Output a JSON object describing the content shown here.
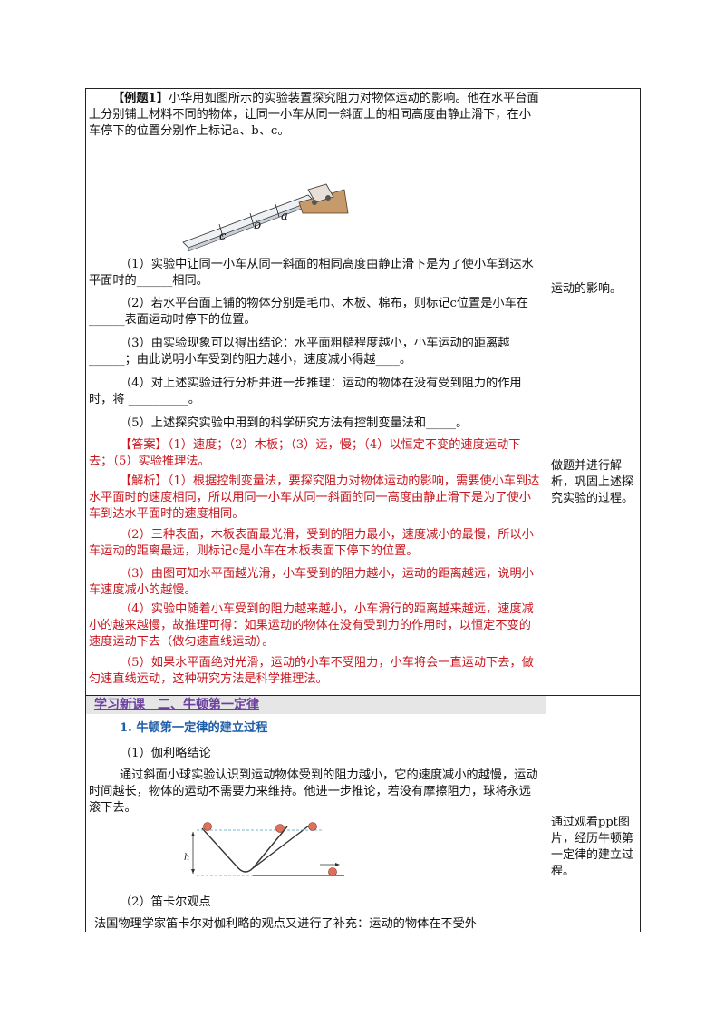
{
  "example": {
    "head": "【例题1】",
    "intro": "小华用如图所示的实验装置探究阻力对物体运动的影响。他在水平台面上分别铺上材料不同的物体，让同一小车从同一斜面上的相同高度由静止滑下，在小车停下的位置分别作上标记a、b、c。",
    "fig_labels": [
      "c",
      "b",
      "a"
    ],
    "q1": "（1）实验中让同一小车从同一斜面的相同高度由静止滑下是为了使小车到达水平面时的______相同。",
    "q2": "（2）若水平台面上铺的物体分别是毛巾、木板、棉布，则标记c位置是小车在______表面运动时停下的位置。",
    "q3": "（3）由实验现象可以得出结论：水平面粗糙程度越小，小车运动的距离越______；由此说明小车受到的阻力越小，速度减小得越____。",
    "q4": "（4）对上述实验进行分析并进一步推理：运动的物体在没有受到阻力的作用时，将 __________。",
    "q5": "（5）上述探究实验中用到的科学研究方法有控制变量法和_____。",
    "answer": "【答案】（1）速度；（2）木板；（3）远，慢；（4）以恒定不变的速度运动下去；（5）实验推理法。",
    "analysis1": "【解析】（1）根据控制变量法，要探究阻力对物体运动的影响，需要使小车到达水平面时的速度相同，所以用同一小车从同一斜面的同一高度由静止滑下是为了使小车到达水平面时的速度相同。",
    "analysis2": "（2）三种表面，木板表面最光滑，受到的阻力最小，速度减小的最慢，所以小车运动的距离最远，则标记c是小车在木板表面下停下的位置。",
    "analysis3": "（3）由图可知水平面越光滑，小车受到的阻力越小，运动的距离越远，说明小车速度减小的越慢。",
    "analysis4": "（4）实验中随着小车受到的阻力越来越小，小车滑行的距离越来越远，速度减小的越来越慢，故推理可得：如果运动的物体在没有受到力的作用时，以恒定不变的速度运动下去（做匀速直线运动）。",
    "analysis5": "（5）如果水平面绝对光滑，运动的小车不受阻力，小车将会一直运动下去，做匀速直线运动，这种研究方法是科学推理法。"
  },
  "side": {
    "note1": "运动的影响。",
    "note2": "做题并进行解析，巩固上述探究实验的过程。",
    "note3": "通过观看ppt图片，经历牛顿第一定律的建立过程。"
  },
  "section": {
    "title": "学习新课　二、牛顿第一定律",
    "sub1": "1. 牛顿第一定律的建立过程",
    "galileo_head": "（1）伽利略结论",
    "galileo_text": "通过斜面小球实验认识到运动物体受到的阻力越小，它的速度减小的越慢，运动时间越长，物体的运动不需要力来维持。他进一步推论，若没有摩擦阻力，球将永远滚下去。",
    "fig_h": "h",
    "descartes_head": "（2）笛卡尔观点",
    "descartes_text": "法国物理学家笛卡尔对伽利略的观点又进行了补充：运动的物体在不受外"
  }
}
